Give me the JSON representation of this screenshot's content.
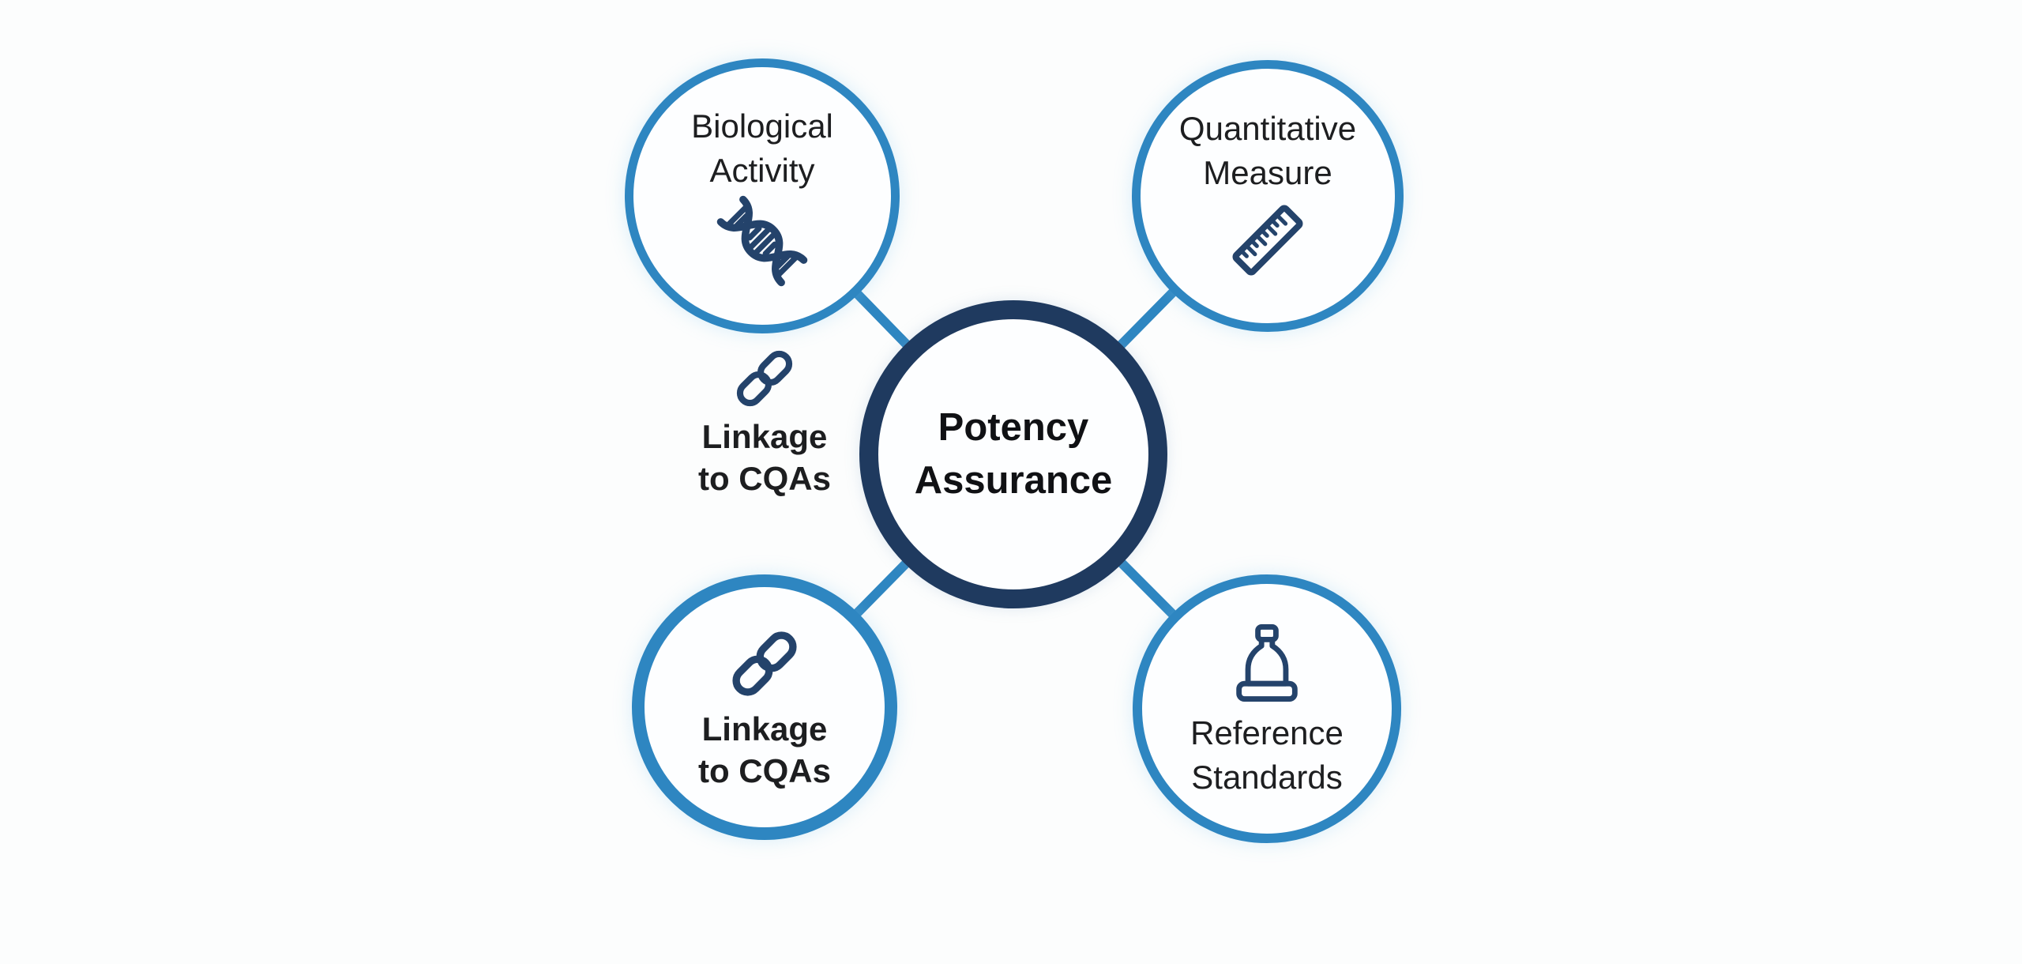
{
  "colors": {
    "background": "#FCFDFD",
    "node-fill": "#FDFEFF",
    "accent-blue": "#2E86C1",
    "navy": "#1F3A5F",
    "icon-navy": "#24436B",
    "text": "#1D1E20"
  },
  "center_node": {
    "lines": [
      "Potency",
      "Assurance"
    ]
  },
  "satellite_nodes": [
    {
      "id": "biological-activity",
      "lines": [
        "Biological",
        "Activity"
      ],
      "icon": "dna-icon"
    },
    {
      "id": "quantitative-measure",
      "lines": [
        "Quantitative",
        "Measure"
      ],
      "icon": "ruler-icon"
    },
    {
      "id": "linkage-to-cqas",
      "lines": [
        "Linkage",
        "to CQAs"
      ],
      "icon": "chain-link-icon"
    },
    {
      "id": "reference-standards",
      "lines": [
        "Reference",
        "Standards"
      ],
      "icon": "reagent-bottle-icon"
    }
  ],
  "floating_label": {
    "lines": [
      "Linkage",
      "to CQAs"
    ],
    "icon": "chain-link-icon"
  }
}
